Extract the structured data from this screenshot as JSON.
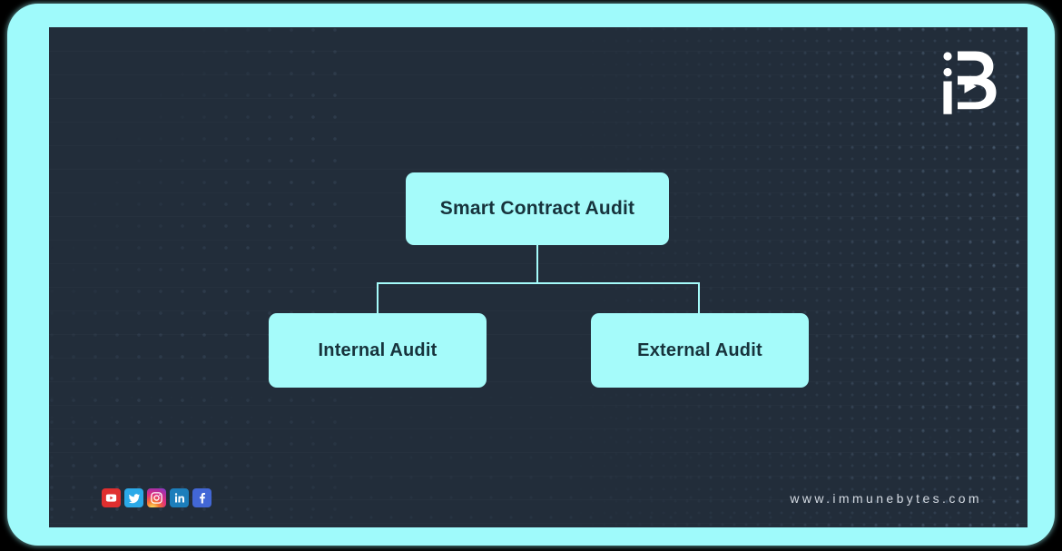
{
  "theme": {
    "frame_color": "#9FFAFB",
    "panel_color": "#222D3A",
    "node_fill": "#A5FBFA",
    "node_text_color": "#17333C",
    "connector_color": "#A5FBFA",
    "footer_text_color": "#D4DAE2",
    "page_background": "#000000"
  },
  "brand": {
    "logo_name": "immunebytes-ib-logo",
    "logo_alt": "iB"
  },
  "diagram": {
    "type": "org-chart",
    "root": {
      "label": "Smart Contract Audit"
    },
    "children": [
      {
        "label": "Internal Audit"
      },
      {
        "label": "External Audit"
      }
    ]
  },
  "footer": {
    "website": "www.immunebytes.com",
    "social": [
      {
        "name": "youtube",
        "label": "YouTube",
        "color": "#E02F2F"
      },
      {
        "name": "twitter",
        "label": "Twitter",
        "color": "#2BA9E8"
      },
      {
        "name": "instagram",
        "label": "Instagram",
        "color": "#E2307C"
      },
      {
        "name": "linkedin",
        "label": "LinkedIn",
        "color": "#1C7EBB"
      },
      {
        "name": "facebook",
        "label": "Facebook",
        "color": "#4267D6"
      }
    ]
  }
}
